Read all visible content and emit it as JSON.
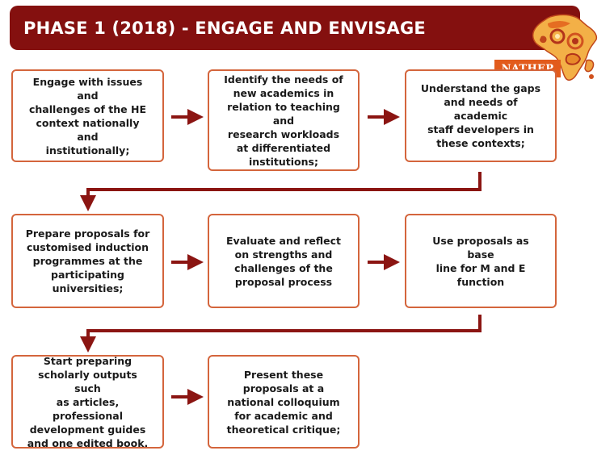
{
  "banner": {
    "title": "PHASE 1 (2018) - ENGAGE AND ENVISAGE"
  },
  "logo": {
    "badge_text": "NATHEP",
    "icon": "africa-map-icon"
  },
  "colors": {
    "banner": "#84100f",
    "box_border": "#d4653c",
    "connector": "#8b1512",
    "badge": "#e25b1c"
  },
  "steps": [
    {
      "text": "Engage with issues and\nchallenges of the HE\ncontext nationally and\ninstitutionally;"
    },
    {
      "text": "Identify the needs of\nnew academics in\nrelation to teaching and\nresearch workloads\nat differentiated\ninstitutions;"
    },
    {
      "text": "Understand the gaps\nand needs of academic\nstaff developers in\nthese contexts;"
    },
    {
      "text": "Prepare proposals for\ncustomised induction\nprogrammes at the\nparticipating\nuniversities;"
    },
    {
      "text": "Evaluate and reflect\non strengths and\nchallenges of the\nproposal process"
    },
    {
      "text": "Use proposals as base\nline for M and E\nfunction"
    },
    {
      "text": "Start preparing\nscholarly outputs such\nas articles, professional\ndevelopment guides\nand one edited book."
    },
    {
      "text": "Present these\nproposals at a\nnational colloquium\nfor academic and\ntheoretical critique;"
    }
  ]
}
